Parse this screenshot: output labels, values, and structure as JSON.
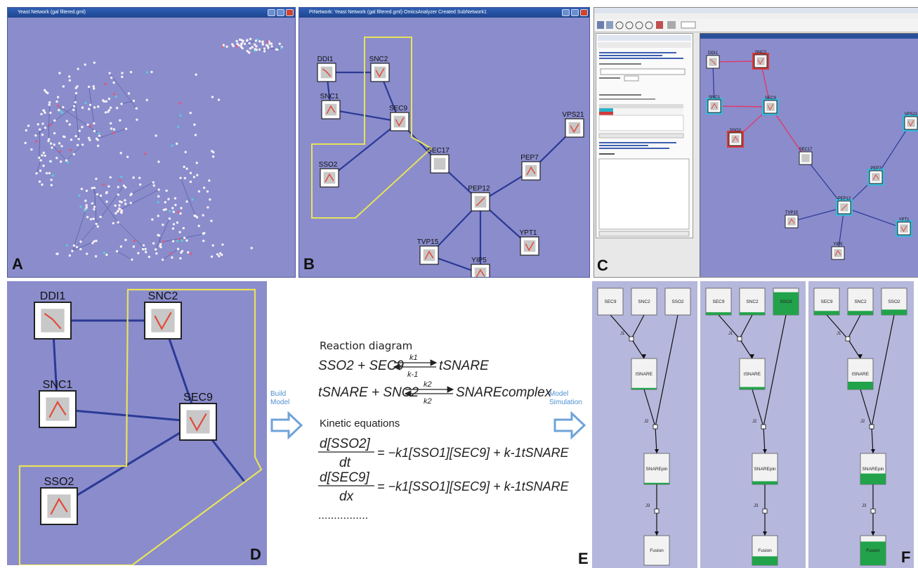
{
  "panelA": {
    "title": "Yeast Network (gal filtered.gml)",
    "label": "A"
  },
  "panelB": {
    "title": "PINetwork: Yeast Network (gal filtered.gml) OmicsAnalyzer Created SubNetwork1",
    "label": "B",
    "nodes": [
      {
        "name": "DDI1",
        "shape": "down"
      },
      {
        "name": "SNC2",
        "shape": "v"
      },
      {
        "name": "SNC1",
        "shape": "peak"
      },
      {
        "name": "SEC9",
        "shape": "v"
      },
      {
        "name": "SSO2",
        "shape": "peak"
      },
      {
        "name": "SEC17",
        "shape": ""
      },
      {
        "name": "VPS21",
        "shape": "v"
      },
      {
        "name": "PEP7",
        "shape": "peak"
      },
      {
        "name": "PEP12",
        "shape": "up"
      },
      {
        "name": "YPT1",
        "shape": "v"
      },
      {
        "name": "TVP15",
        "shape": "peak"
      },
      {
        "name": "YIP5",
        "shape": "peak"
      }
    ]
  },
  "panelC": {
    "label": "C"
  },
  "panelD": {
    "label": "D",
    "nodes": [
      "DDI1",
      "SNC2",
      "SNC1",
      "SEC9",
      "SSO2"
    ]
  },
  "middle": {
    "build_model": "Build Model",
    "model_simulation": "Model Simulation",
    "reaction_heading": "Reaction diagram",
    "reaction1_left": "SSO2 + SEC9",
    "reaction1_k_fwd": "k1",
    "reaction1_k_rev": "k-1",
    "reaction1_right": "tSNARE",
    "reaction2_left": "tSNARE + SNC2",
    "reaction2_k_fwd": "k2",
    "reaction2_k_rev": "k2",
    "reaction2_right": "SNAREcomplex",
    "kinetic_heading": "Kinetic equations",
    "eq1_num": "d[SSO2]",
    "eq1_den": "dt",
    "eq1_rhs": "= −k1[SSO1][SEC9] + k-1tSNARE",
    "eq2_num": "d[SEC9]",
    "eq2_den": "dx",
    "eq2_rhs": "= −k1[SSO1][SEC9] + k-1tSNARE",
    "dots": "................",
    "label": "E"
  },
  "panelEF": {
    "label": "F",
    "sub": [
      {
        "fill_sec9": 0.0,
        "fill_snc2": 0.0,
        "fill_sso2": 0.0,
        "fill_tsnare": 0.05,
        "fill_snarepin": 0.05,
        "fill_fusion": 0.0
      },
      {
        "fill_sec9": 0.1,
        "fill_snc2": 0.1,
        "fill_sso2": 0.85,
        "fill_tsnare": 0.08,
        "fill_snarepin": 0.1,
        "fill_fusion": 0.3
      },
      {
        "fill_sec9": 0.15,
        "fill_snc2": 0.15,
        "fill_sso2": 0.2,
        "fill_tsnare": 0.25,
        "fill_snarepin": 0.35,
        "fill_fusion": 0.8
      }
    ],
    "node_labels": {
      "sec9": "SEC9",
      "snc2": "SNC2",
      "sso2": "SSO2",
      "tsnare": "tSNARE",
      "snarepin": "SNAREpin",
      "fusion": "Fusion",
      "j1": "J1",
      "j2": "J2",
      "j3": "J3"
    }
  }
}
